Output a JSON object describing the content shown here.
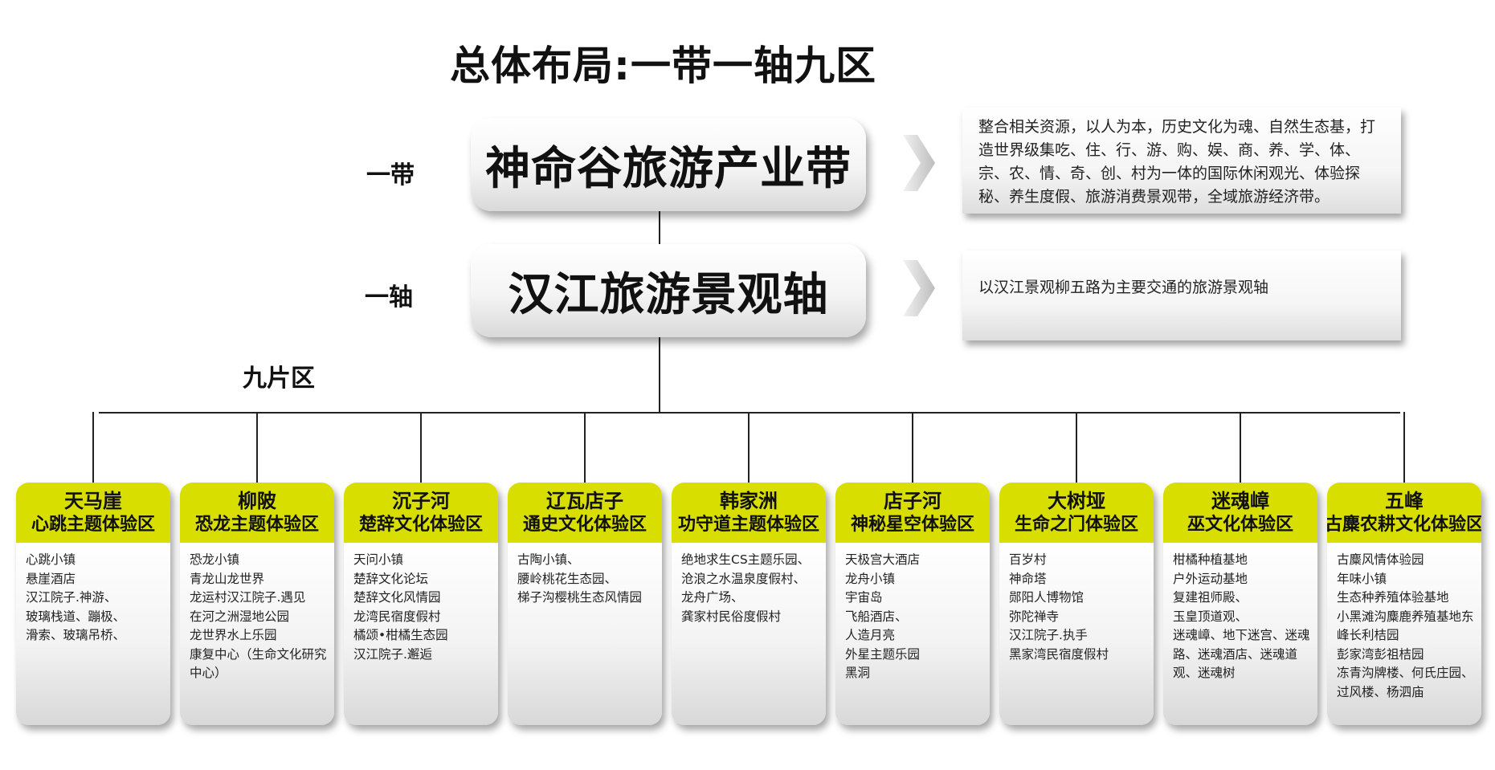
{
  "title": "总体布局:一带一轴九区",
  "labels": {
    "belt": "一带",
    "axis": "一轴",
    "zones": "九片区"
  },
  "belt": {
    "name": "神命谷旅游产业带",
    "description": "整合相关资源，以人为本，历史文化为魂、自然生态基，打造世界级集吃、住、行、游、购、娱、商、养、学、体、宗、农、情、奇、创、村为一体的国际休闲观光、体验探秘、养生度假、旅游消费景观带，全域旅游经济带。"
  },
  "axis": {
    "name": "汉江旅游景观轴",
    "description": "以汉江景观柳五路为主要交通的旅游景观轴"
  },
  "zones": [
    {
      "name": "天马崖",
      "subtitle": "心跳主题体验区",
      "items": [
        "心跳小镇",
        "悬崖酒店",
        "汉江院子.神游、",
        "玻璃栈道、蹦极、",
        "滑索、玻璃吊桥、"
      ]
    },
    {
      "name": "柳陂",
      "subtitle": "恐龙主题体验区",
      "items": [
        "恐龙小镇",
        "青龙山龙世界",
        "龙运村汉江院子.遇见",
        "在河之洲湿地公园",
        "龙世界水上乐园",
        "康复中心（生命文化研究中心）"
      ]
    },
    {
      "name": "沉子河",
      "subtitle": "楚辞文化体验区",
      "items": [
        "天问小镇",
        "楚辞文化论坛",
        "楚辞文化风情园",
        "龙湾民宿度假村",
        "橘颂•柑橘生态园",
        "汉江院子.邂逅"
      ]
    },
    {
      "name": "辽瓦店子",
      "subtitle": "通史文化体验区",
      "items": [
        "古陶小镇、",
        "腰岭桃花生态园、",
        "梯子沟樱桃生态风情园"
      ]
    },
    {
      "name": "韩家洲",
      "subtitle": "功守道主题体验区",
      "items": [
        "绝地求生CS主题乐园、",
        "沧浪之水温泉度假村、",
        "龙舟广场、",
        "龚家村民俗度假村"
      ]
    },
    {
      "name": "店子河",
      "subtitle": "神秘星空体验区",
      "items": [
        "天极宫大酒店",
        "龙舟小镇",
        "宇宙岛",
        "飞船酒店、",
        "人造月亮",
        "外星主题乐园",
        "黑洞"
      ]
    },
    {
      "name": "大树垭",
      "subtitle": "生命之门体验区",
      "items": [
        "百岁村",
        "神命塔",
        "郧阳人博物馆",
        "弥陀禅寺",
        "汉江院子.执手",
        "黑家湾民宿度假村"
      ]
    },
    {
      "name": "迷魂嶂",
      "subtitle": "巫文化体验区",
      "items": [
        "柑橘种植基地",
        "户外运动基地",
        "复建祖师殿、",
        "玉皇顶道观、",
        "迷魂嶂、地下迷宫、迷魂路、迷魂酒店、迷魂道观、迷魂树"
      ]
    },
    {
      "name": "五峰",
      "subtitle": "古麋农耕文化体验区",
      "items": [
        "古麋风情体验园",
        "年味小镇",
        "生态种养殖体验基地",
        "小黑滩沟麋鹿养殖基地东峰长利桔园",
        "彭家湾彭祖桔园",
        "冻青沟牌楼、何氏庄园、过风楼、杨泗庙"
      ]
    }
  ],
  "colors": {
    "accent": "#d8de00",
    "line": "#222222"
  }
}
